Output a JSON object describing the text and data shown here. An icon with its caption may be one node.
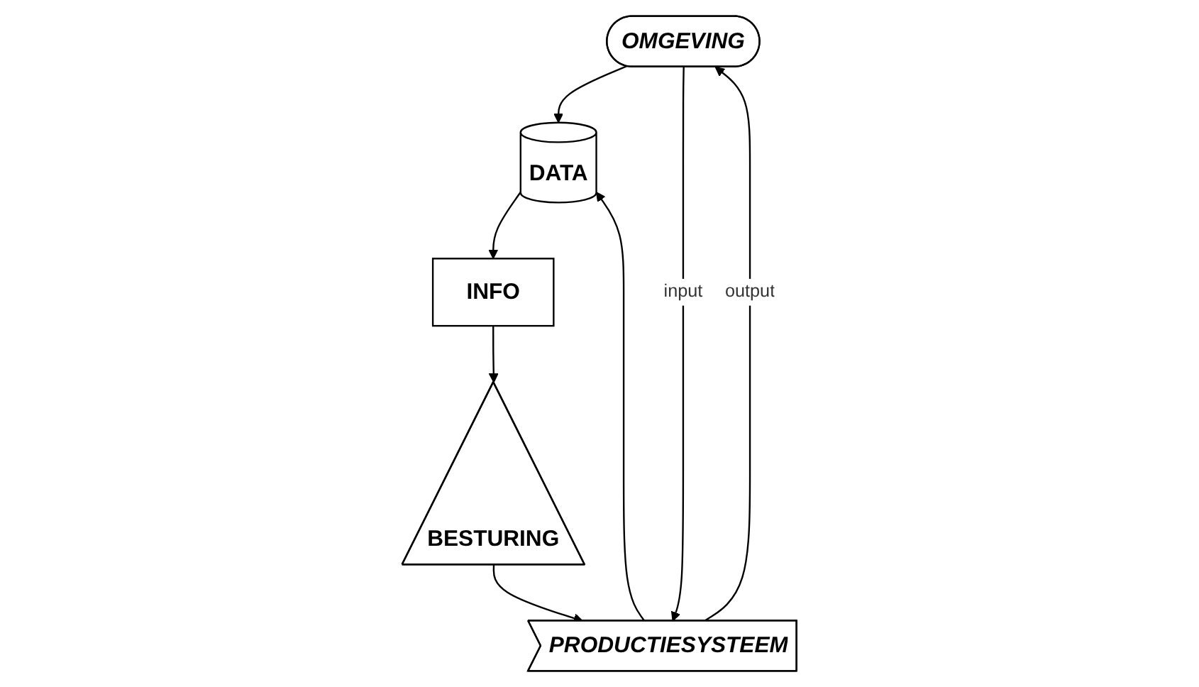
{
  "diagram": {
    "nodes": [
      {
        "text": [
          "OMGEVING"
        ]
      },
      {
        "text": [
          "DATA"
        ]
      },
      {
        "text": [
          "INFO"
        ]
      },
      {
        "text": [
          "BESTURING"
        ]
      },
      {
        "text": [
          "PRODUCTIESYSTEEM"
        ]
      }
    ],
    "edges": [
      {
        "from": 0,
        "to": 1,
        "arrow": "to"
      },
      {
        "from": 1,
        "to": 2,
        "arrow": "to"
      },
      {
        "from": 2,
        "to": 3,
        "arrow": "to"
      },
      {
        "from": 3,
        "to": 4,
        "arrow": "to"
      },
      {
        "from": 4,
        "to": 1,
        "arrow": "to"
      },
      {
        "from": 0,
        "to": 4,
        "arrow": "to",
        "label": "input"
      },
      {
        "from": 4,
        "to": 0,
        "arrow": "to",
        "label": "output"
      }
    ]
  }
}
